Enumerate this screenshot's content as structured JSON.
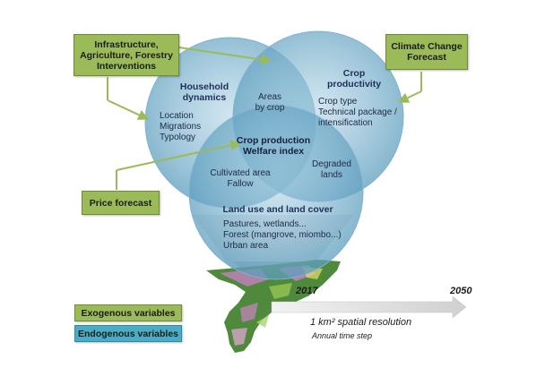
{
  "exogenous_boxes": {
    "interventions": "Infrastructure,\nAgriculture, Forestry\nInterventions",
    "climate": "Climate Change\nForecast",
    "price": "Price forecast"
  },
  "circles": {
    "household": {
      "title": "Household\ndynamics",
      "items": "Location\nMigrations\nTypology"
    },
    "crop": {
      "title": "Crop\nproductivity",
      "items": "Crop type\nTechnical package /\nintensification"
    },
    "land": {
      "title": "Land use and land cover",
      "items": "Pastures, wetlands...\nForest (mangrove, miombo...)\nUrban area"
    }
  },
  "overlaps": {
    "areas_by_crop": "Areas\nby crop",
    "cultivated": "Cultivated area\nFallow",
    "degraded": "Degraded\nlands",
    "center": "Crop production\nWelfare index"
  },
  "timeline": {
    "start_year": "2017",
    "end_year": "2050",
    "resolution": "1 km² spatial resolution",
    "time_step": "Annual time step"
  },
  "legend": {
    "exogenous": "Exogenous variables",
    "endogenous": "Endogenous variables"
  },
  "colors": {
    "exogenous": "#9bbb59",
    "endogenous": "#4bacc6",
    "circle_fill": "#6aa7c4",
    "map_green": "#4f8a3c",
    "map_pink": "#d77fd0"
  }
}
